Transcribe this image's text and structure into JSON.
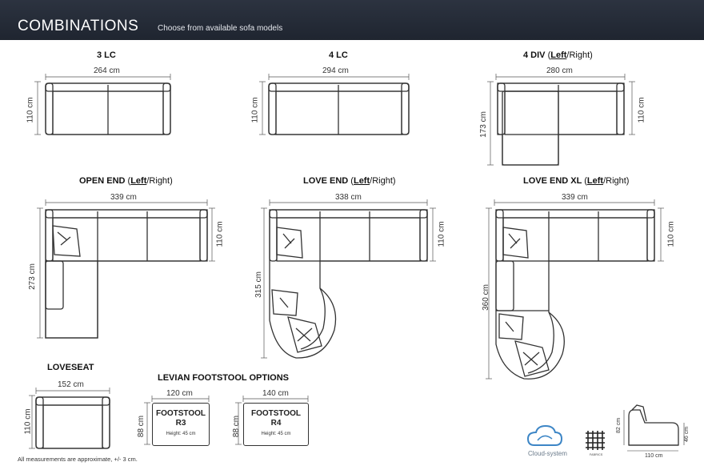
{
  "header": {
    "title": "COMBINATIONS",
    "subtitle": "Choose from available sofa models"
  },
  "models": [
    {
      "id": "3lc",
      "name": "3 LC",
      "width": "264 cm",
      "depth": "110 cm"
    },
    {
      "id": "4lc",
      "name": "4 LC",
      "width": "294 cm",
      "depth": "110 cm"
    },
    {
      "id": "4div",
      "name": "4 DIV",
      "paren_left": "(",
      "left": "Left",
      "sep": "/Right)",
      "width": "280 cm",
      "depth": "110 cm",
      "chaise_depth": "173 cm"
    },
    {
      "id": "open-end",
      "name": "OPEN END",
      "paren_left": "(",
      "left": "Left",
      "sep": "/Right)",
      "width": "339 cm",
      "depth": "110 cm",
      "total_depth": "273 cm"
    },
    {
      "id": "love-end",
      "name": "LOVE END",
      "paren_left": "(",
      "left": "Left",
      "sep": "/Right)",
      "width": "338 cm",
      "depth": "110 cm",
      "total_depth": "315 cm"
    },
    {
      "id": "love-end-xl",
      "name": "LOVE END XL",
      "paren_left": "(",
      "left": "Left",
      "sep": "/Right)",
      "width": "339 cm",
      "depth": "110 cm",
      "total_depth": "360 cm"
    },
    {
      "id": "loveseat",
      "name": "LOVESEAT",
      "width": "152 cm",
      "depth": "110 cm"
    }
  ],
  "footstool": {
    "section_title": "LEVIAN FOOTSTOOL OPTIONS",
    "items": [
      {
        "name_line1": "FOOTSTOOL",
        "name_line2": "R3",
        "width": "120 cm",
        "depth": "88 cm",
        "height": "Height: 45 cm"
      },
      {
        "name_line1": "FOOTSTOOL",
        "name_line2": "R4",
        "width": "140 cm",
        "depth": "88 cm",
        "height": "Height: 45 cm"
      }
    ]
  },
  "side_profile": {
    "height": "82 cm",
    "seat_height": "46 cm",
    "depth": "110 cm"
  },
  "logos": {
    "cloud": "Cloud-system",
    "fabrics": "FABRICS"
  },
  "note": "All measurements are approximate, +/- 3 cm.",
  "colors": {
    "header_bg": "#262c37",
    "line": "#333333",
    "cloud_blue": "#3d86c6"
  }
}
